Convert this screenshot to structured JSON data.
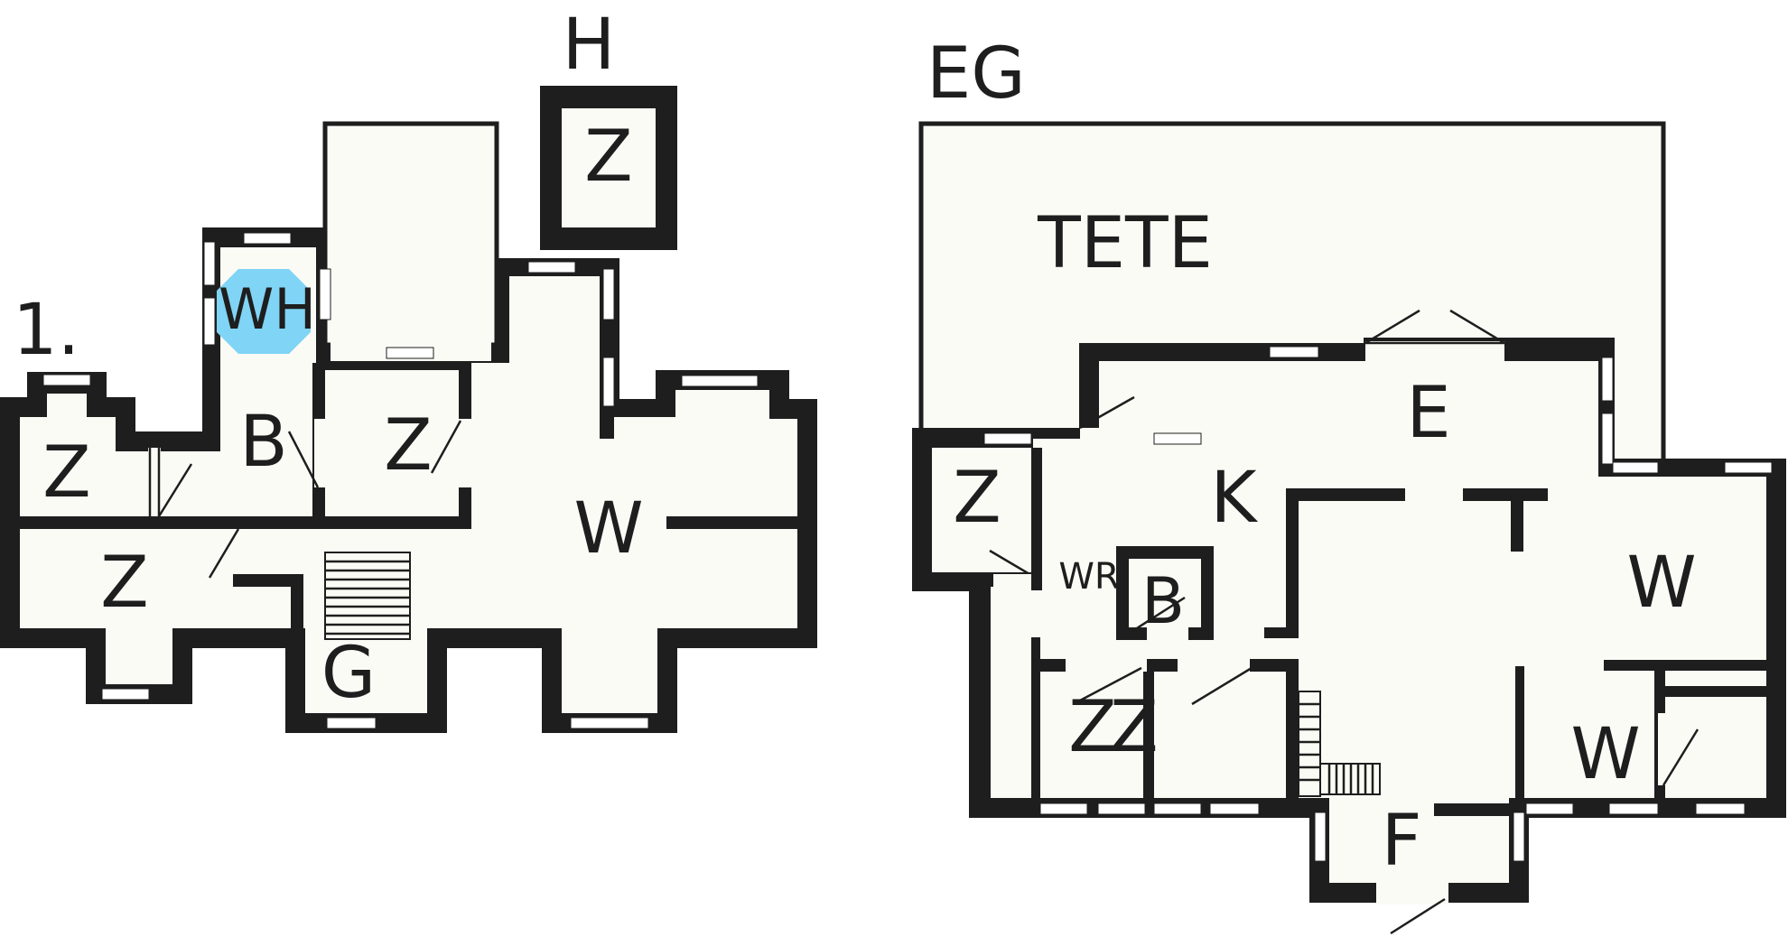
{
  "floors": {
    "upper": {
      "title": "1.",
      "rooms": [
        "Z",
        "B",
        "Z",
        "Z",
        "W",
        "G"
      ],
      "bathroom_label": "WH",
      "colors": {
        "bath_fixture": "#80d4f5"
      }
    },
    "attic": {
      "title": "H",
      "rooms": [
        "Z"
      ]
    },
    "ground": {
      "title": "EG",
      "rooms": [
        "TETE",
        "E",
        "K",
        "Z",
        "B",
        "W",
        "Z",
        "Z",
        "W",
        "F"
      ],
      "washroom_label": "WR"
    }
  },
  "colors": {
    "wall": "#1e1e1e",
    "floor": "#fbfbf6",
    "window": "#ffffff"
  }
}
